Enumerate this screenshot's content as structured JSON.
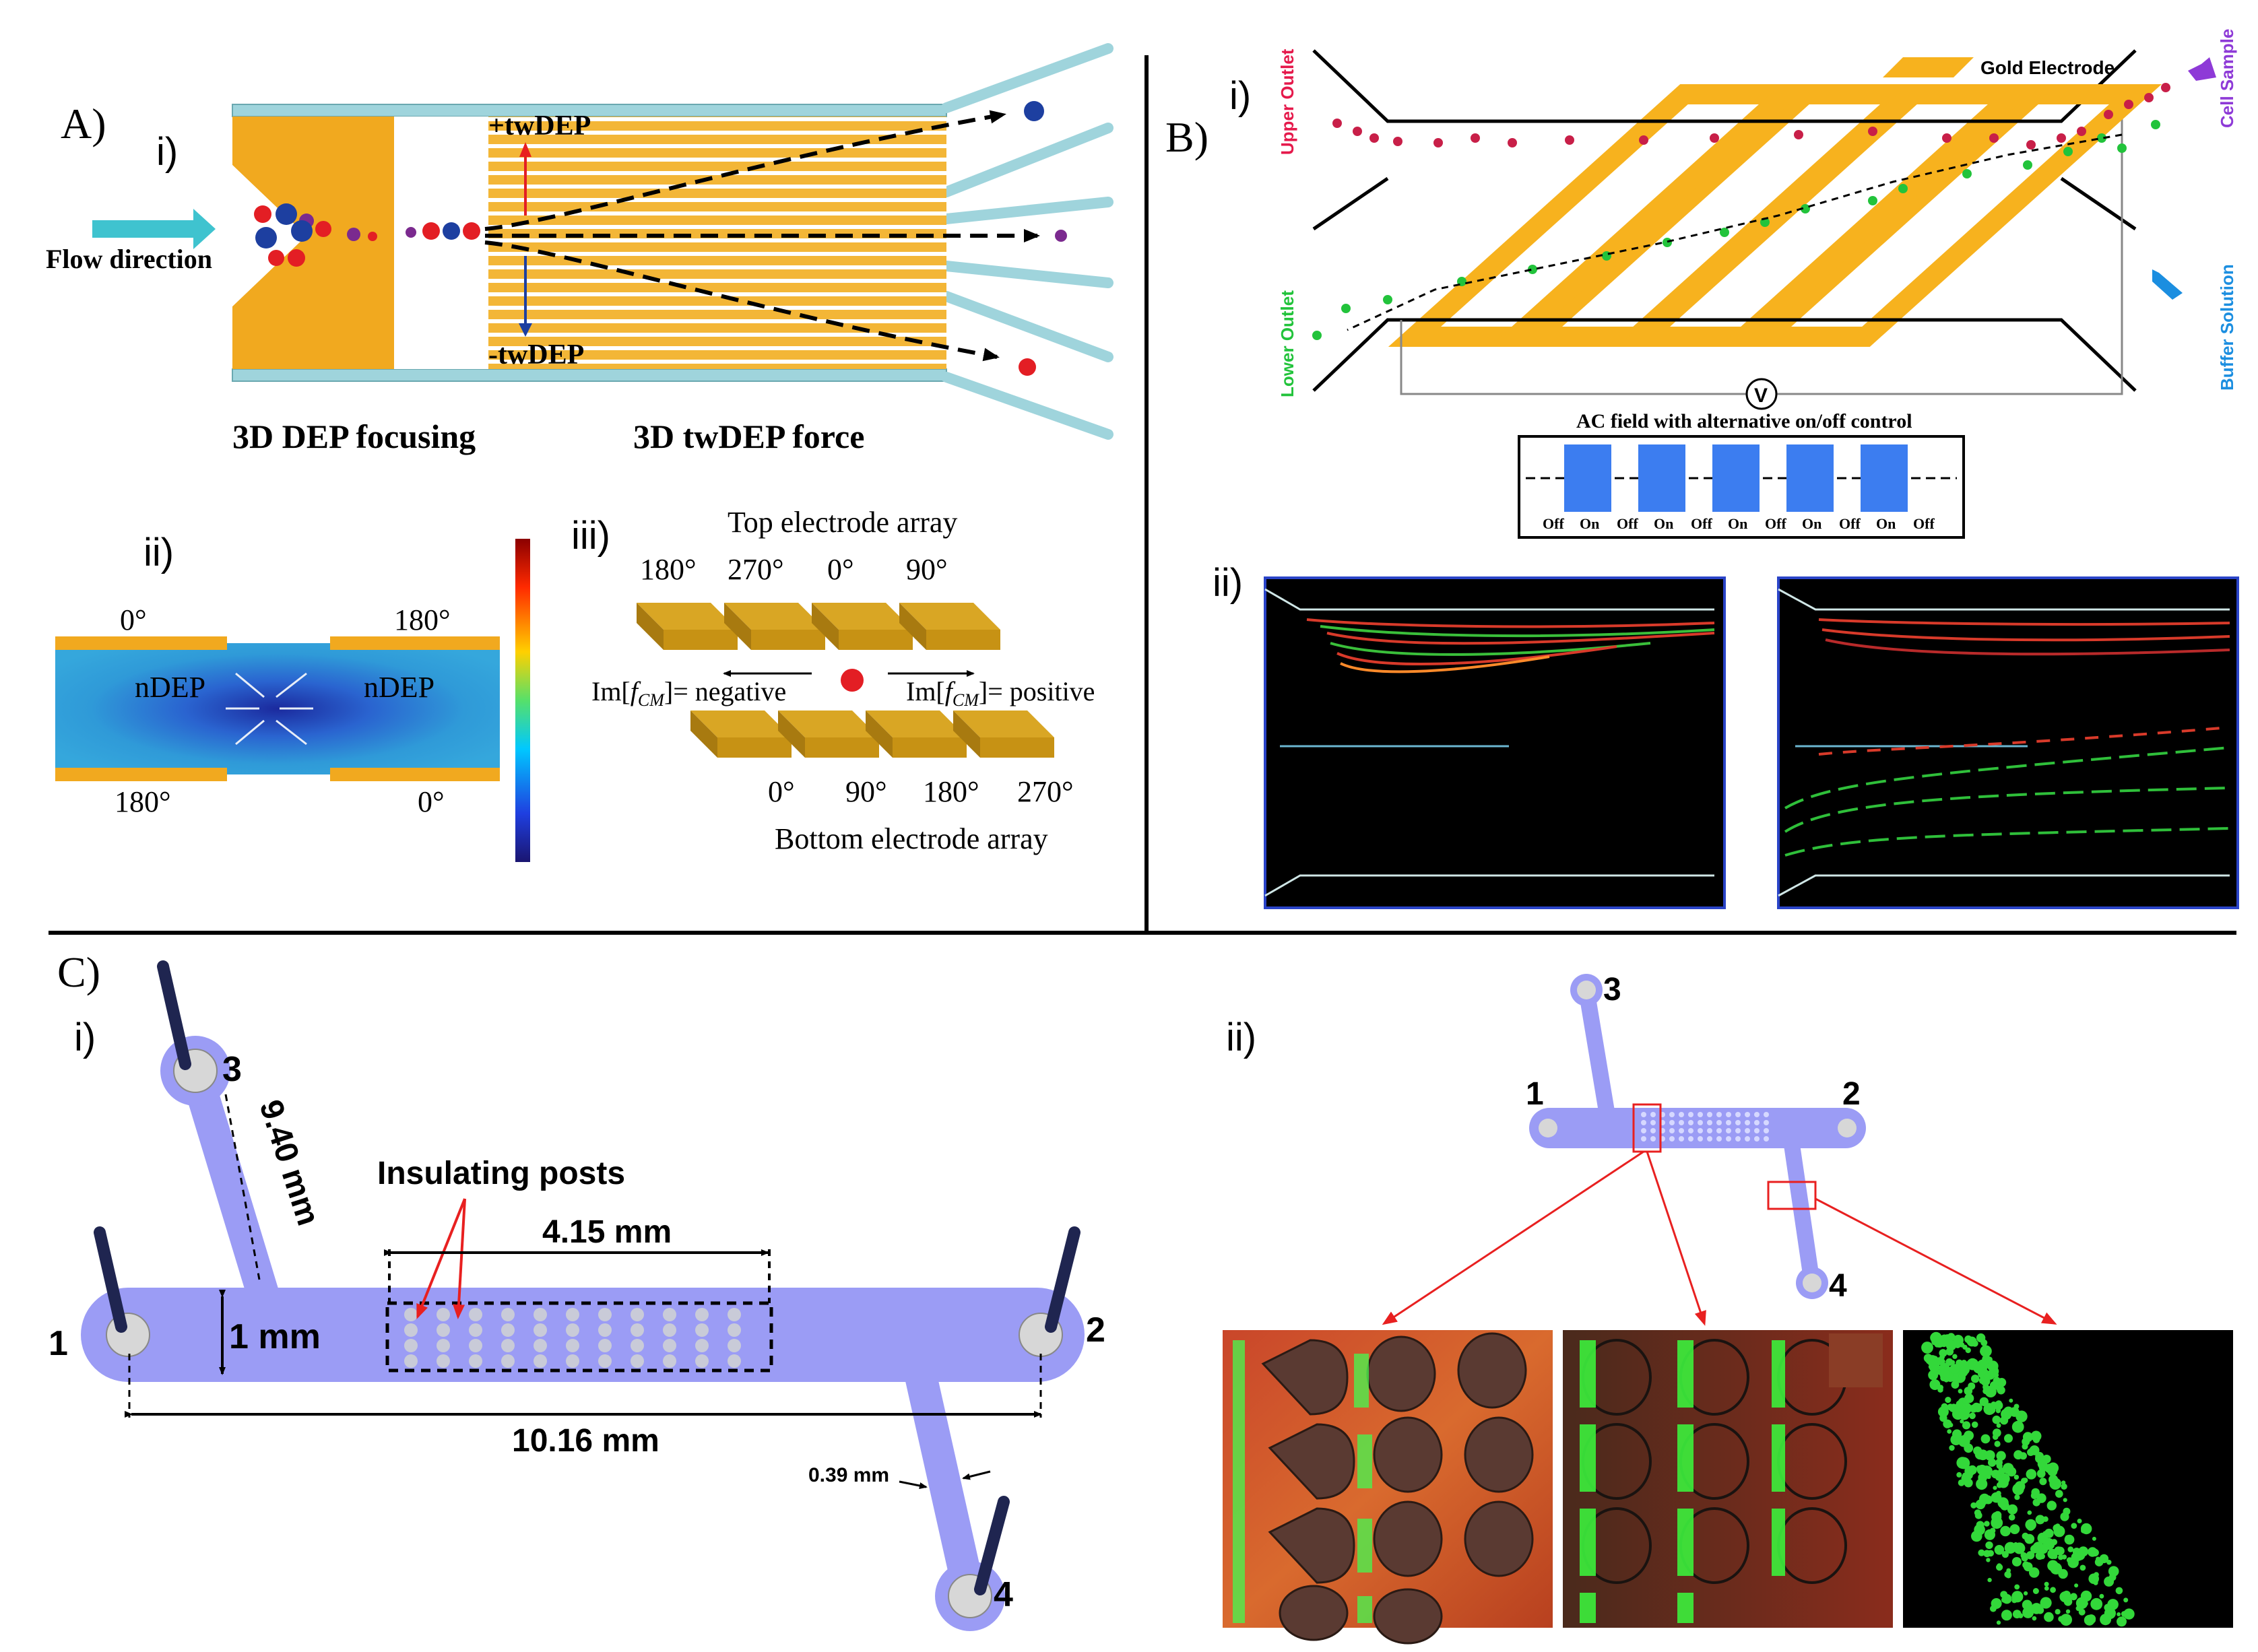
{
  "panel_a": {
    "label": "A)",
    "sub_i": "i)",
    "sub_ii": "ii)",
    "sub_iii": "iii)",
    "flow_direction": "Flow direction",
    "plus_twdep": "+twDEP",
    "minus_twdep": "-twDEP",
    "focusing_label": "3D DEP focusing",
    "force_label": "3D twDEP force",
    "ii_phase_tl": "0°",
    "ii_phase_tr": "180°",
    "ii_phase_bl": "180°",
    "ii_phase_br": "0°",
    "ndep_left": "nDEP",
    "ndep_right": "nDEP",
    "top_array": "Top electrode array",
    "bottom_array": "Bottom electrode array",
    "top_phases": [
      "180°",
      "270°",
      "0°",
      "90°"
    ],
    "bottom_phases": [
      "0°",
      "90°",
      "180°",
      "270°"
    ],
    "im_negative_pre": "Im[",
    "im_negative_post": "]= negative",
    "im_positive_pre": "Im[",
    "im_positive_post": "]= positive",
    "fcm_f": "f",
    "fcm_sub": "CM",
    "colors": {
      "gold": "#f1a91f",
      "rail": "#9fd4dc",
      "red": "#e31e24",
      "blue": "#1d3fa0",
      "purple": "#7b2a8f"
    }
  },
  "panel_b": {
    "label": "B)",
    "sub_i": "i)",
    "sub_ii": "ii)",
    "gold_electrode": "Gold Electrode",
    "upper_outlet": "Upper Outlet",
    "lower_outlet": "Lower Outlet",
    "cell_sample": "Cell Sample",
    "buffer_solution": "Buffer Solution",
    "voltmeter": "V",
    "ac_field": "AC field with alternative on/off control",
    "pulse_labels": [
      "Off",
      "On",
      "Off",
      "On",
      "Off",
      "On",
      "Off",
      "On",
      "Off",
      "On",
      "Off"
    ],
    "colors": {
      "gold": "#f7b21e",
      "upper": "#e5194b",
      "lower": "#22c33b",
      "sample": "#8e3ad7",
      "buffer": "#1b8ee0",
      "pulse": "#3c7df0"
    }
  },
  "panel_c": {
    "label": "C)",
    "sub_i": "i)",
    "sub_ii": "ii)",
    "port_1": "1",
    "port_2": "2",
    "port_3": "3",
    "port_4": "4",
    "insulating_posts": "Insulating posts",
    "dim_415": "4.15 mm",
    "dim_940": "9.40 mm",
    "dim_1mm": "1 mm",
    "dim_1016": "10.16 mm",
    "dim_039": "0.39 mm",
    "colors": {
      "channel": "#9b9cf5",
      "post": "#c9cbd8",
      "port": "#d7d7d7"
    }
  }
}
